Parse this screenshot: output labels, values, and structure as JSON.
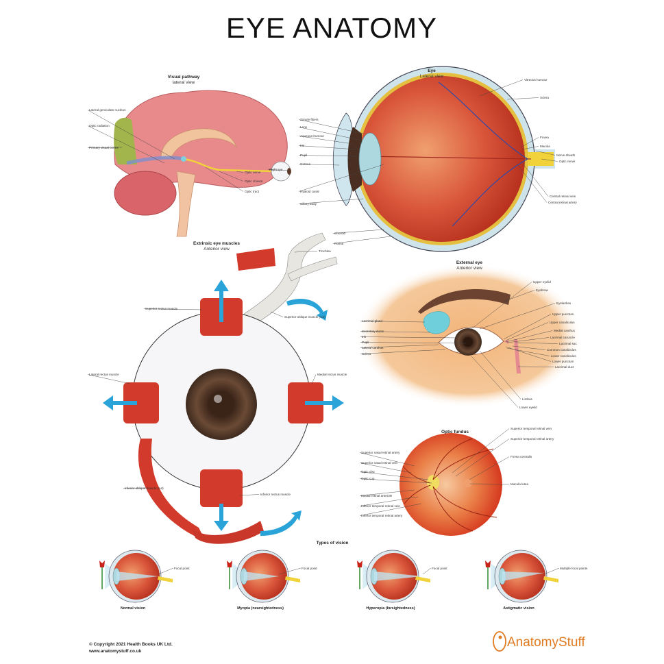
{
  "title": "EYE ANATOMY",
  "colors": {
    "muscle": "#d23a2c",
    "arrow": "#2aa3d8",
    "iris": "#5b3b28",
    "retina": "#d94a2a",
    "skin": "#f2b47a",
    "nerve": "#f1d23a",
    "brand": "#e07a20"
  },
  "visual_pathway": {
    "title": "Visual pathway",
    "subtitle": "lateral view",
    "labels": [
      "Lateral geniculate nucleus",
      "Optic radiation",
      "Primary visual cortex",
      "Right eye",
      "Optic nerve",
      "Optic chiasm",
      "Optic tract"
    ]
  },
  "eye_lateral": {
    "title": "Eye",
    "subtitle": "Lateral view",
    "labels_left": [
      "Zonule fibers",
      "Lens",
      "Aqueous humour",
      "Iris",
      "Pupil",
      "Cornea",
      "Hyaloid canal",
      "Ciliary body",
      "Choroid",
      "Retina"
    ],
    "labels_right": [
      "Vitreous humour",
      "Sclera",
      "Fovea",
      "Macula",
      "Nerve sheath",
      "Optic nerve",
      "Central retinal vein",
      "Central retinal artery"
    ]
  },
  "extrinsic_muscles": {
    "title": "Extrinsic eye muscles",
    "subtitle": "Anterior view",
    "labels": [
      "Trochlea",
      "Superior rectus muscle",
      "Superior oblique muscle (cut)",
      "Lateral rectus muscle",
      "Medial rectus muscle",
      "Inferior oblique muscle (cut)",
      "Inferior rectus muscle"
    ]
  },
  "external_eye": {
    "title": "External eye",
    "subtitle": "Anterior view",
    "labels_right": [
      "Upper eyelid",
      "Eyebrow",
      "Eyelashes",
      "Upper punctum",
      "Upper canaliculus",
      "Medial canthus",
      "Lacrimal caruncle",
      "Lacrimal sac",
      "Common canaliculus",
      "Lower canaliculus",
      "Lower punctum",
      "Lacrimal duct",
      "Limbus",
      "Lower eyelid"
    ],
    "labels_left": [
      "Lacrimal gland",
      "Secretory ducts",
      "Iris",
      "Pupil",
      "Lateral canthus",
      "Sclera"
    ]
  },
  "optic_fundus": {
    "title": "Optic fundus",
    "labels_left": [
      "Superior nasal retinal artery",
      "Superior nasal retinal vein",
      "Optic disc",
      "Optic cup",
      "Medial retinal arteriole",
      "Inferior temporal retinal vein",
      "Inferior temporal retinal artery"
    ],
    "labels_right": [
      "Superior temporal retinal vein",
      "Superior temporal retinal artery",
      "Fovea centralis",
      "Macula lutea"
    ]
  },
  "types_of_vision": {
    "title": "Types of vision",
    "panels": [
      {
        "caption": "Normal vision",
        "focal_label": "Focal point"
      },
      {
        "caption": "Myopia (nearsightedness)",
        "focal_label": "Focal point"
      },
      {
        "caption": "Hyperopia (farsightedness)",
        "focal_label": "Focal point"
      },
      {
        "caption": "Astigmatic vision",
        "focal_label": "Multiple focal points"
      }
    ]
  },
  "footer": {
    "copyright": "© Copyright 2021 Health Books UK Ltd.",
    "website": "www.anatomystuff.co.uk",
    "logo_text": "AnatomyStuff"
  }
}
